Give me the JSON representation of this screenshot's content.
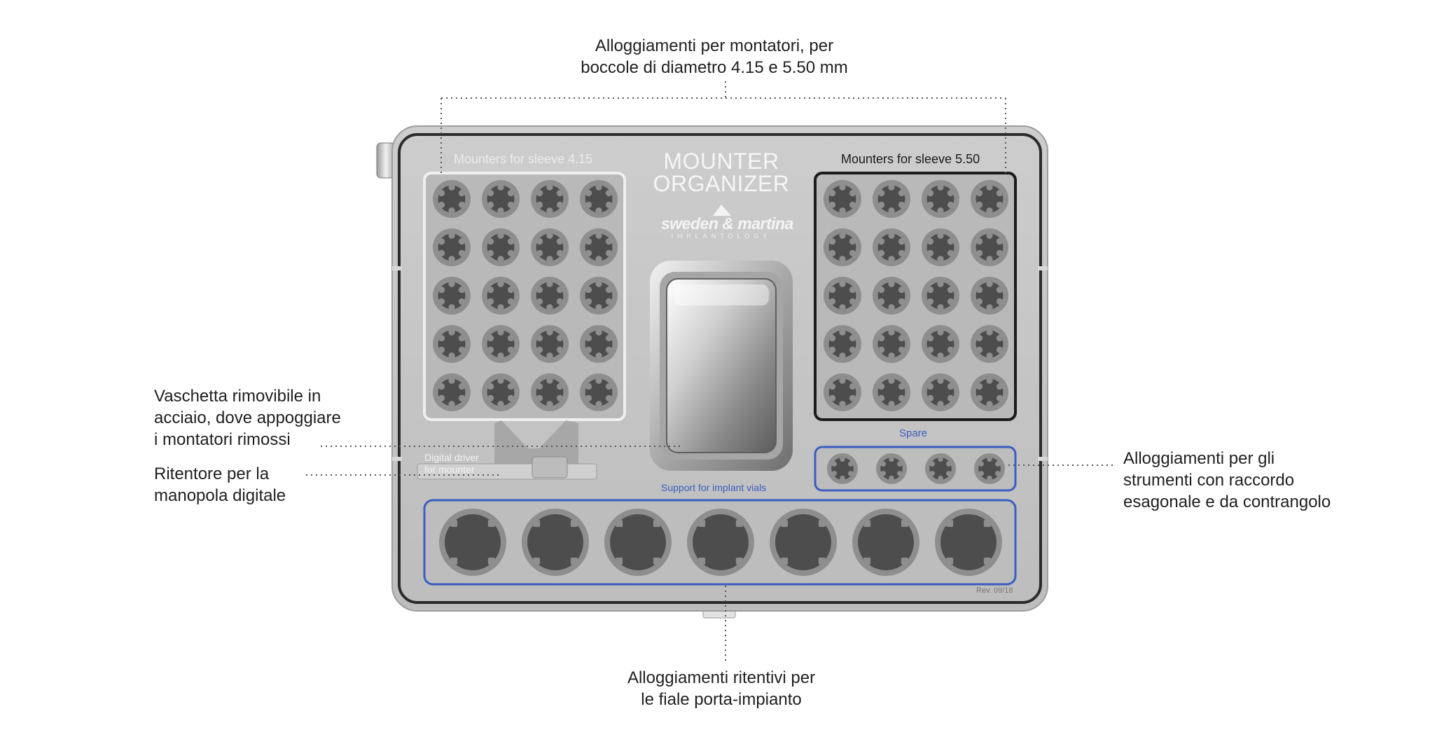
{
  "callouts": {
    "top": {
      "lines": [
        "Alloggiamenti per montatori, per",
        "boccole di diametro 4.15 e 5.50 mm"
      ]
    },
    "vaschetta": {
      "lines": [
        "Vaschetta rimovibile in",
        "acciaio, dove appoggiare",
        "i montatori rimossi"
      ]
    },
    "ritentore": {
      "lines": [
        "Ritentore per la",
        "manopola digitale"
      ]
    },
    "right": {
      "lines": [
        "Alloggiamenti per gli",
        "strumenti con raccordo",
        "esagonale e da contrangolo"
      ]
    },
    "bottom": {
      "lines": [
        "Alloggiamenti ritentivi per",
        "le fiale porta-impianto"
      ]
    }
  },
  "tray": {
    "label_mounters_415": "Mounters for sleeve 4.15",
    "label_mounters_550": "Mounters for sleeve 5.50",
    "title_lines": [
      "MOUNTER",
      "ORGANIZER"
    ],
    "brand": "sweden & martina",
    "brand_sub": "IMPLANTOLOGY",
    "label_spare": "Spare",
    "label_support": "Support for implant vials",
    "driver_lines": [
      "Digital driver",
      "for mounter"
    ],
    "revision": "Rev. 09/18"
  },
  "grids": {
    "mounters_415": {
      "rows": 5,
      "cols": 4
    },
    "mounters_550": {
      "rows": 5,
      "cols": 4
    },
    "spare": {
      "count": 4
    },
    "vials": {
      "count": 7
    }
  },
  "colors": {
    "tray_body": "#c4c4c4",
    "tray_border": "#2b2b2b",
    "frame_415": "#efefef",
    "frame_550": "#1b1b1b",
    "accent_blue": "#3b5fc0",
    "socket_outer": "#8e8e8e",
    "socket_inner": "#4d4d4d",
    "leader_line": "#555555"
  }
}
